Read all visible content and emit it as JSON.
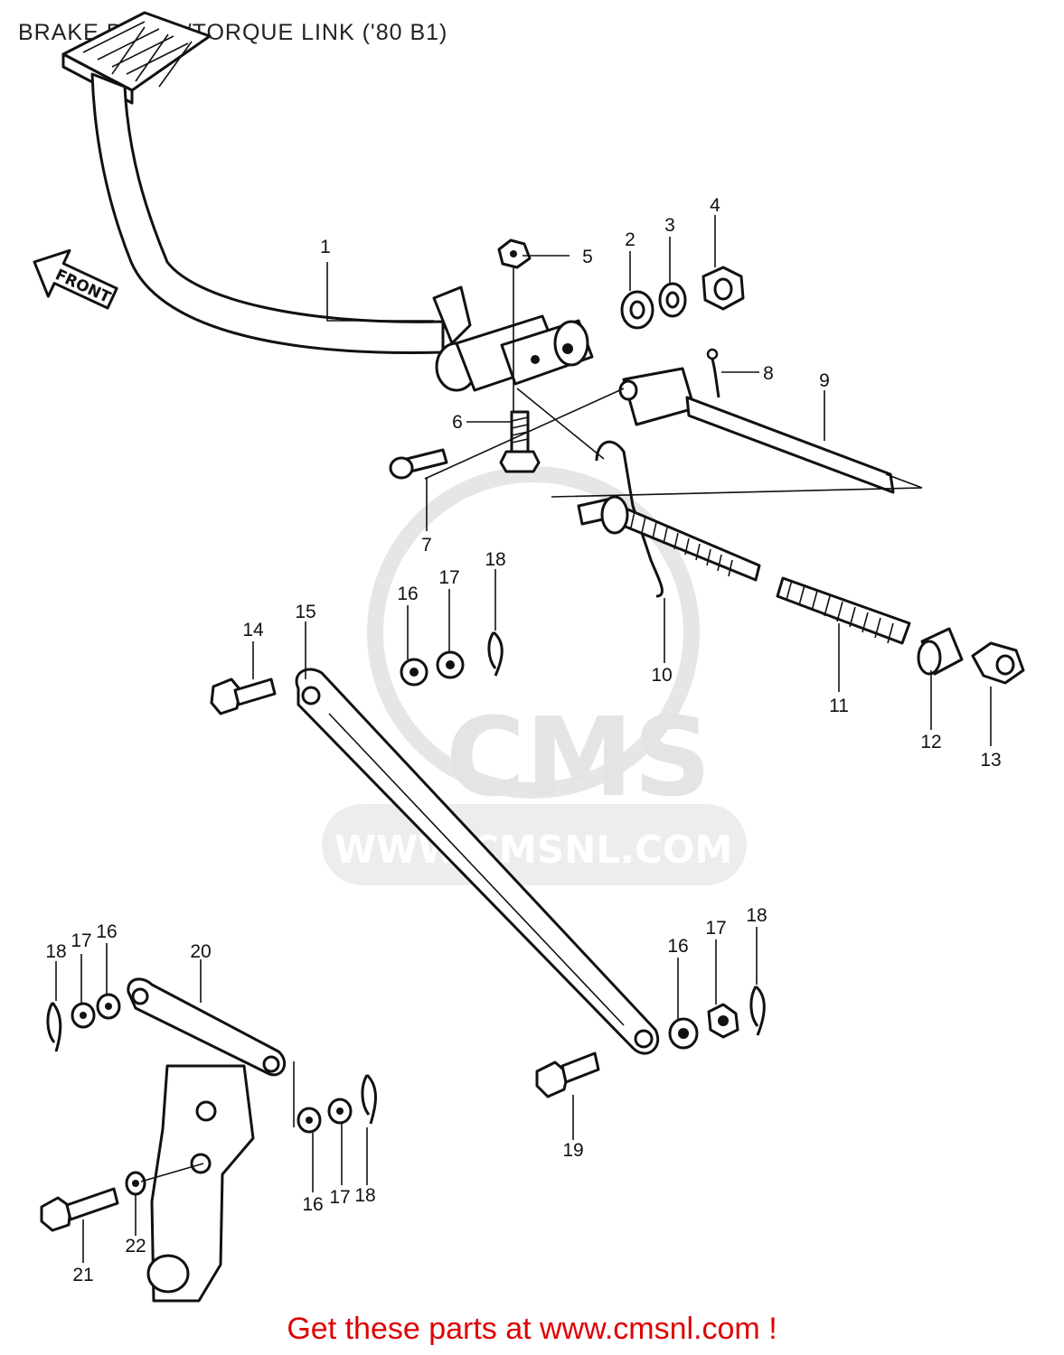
{
  "title": "BRAKE PEDAL/TORQUE LINK ('80 B1)",
  "front_arrow": "FRONT",
  "watermark": {
    "brand": "CMS",
    "url": "WWW.CMSNL.COM"
  },
  "footer": "Get these parts at www.cmsnl.com !",
  "callouts": {
    "c1": "1",
    "c2": "2",
    "c3": "3",
    "c4": "4",
    "c5": "5",
    "c6": "6",
    "c7": "7",
    "c8": "8",
    "c9": "9",
    "c10": "10",
    "c11": "11",
    "c12": "12",
    "c13": "13",
    "c14": "14",
    "c15": "15",
    "c16a": "16",
    "c17a": "17",
    "c18a": "18",
    "c16b": "16",
    "c17b": "17",
    "c18b": "18",
    "c16c": "16",
    "c17c": "17",
    "c18c": "18",
    "c16d": "16",
    "c17d": "17",
    "c18d": "18",
    "c19": "19",
    "c20": "20",
    "c21": "21",
    "c22": "22"
  },
  "colors": {
    "footer": "#e00000",
    "ink": "#111111",
    "watermark": "#e4e4e4"
  }
}
